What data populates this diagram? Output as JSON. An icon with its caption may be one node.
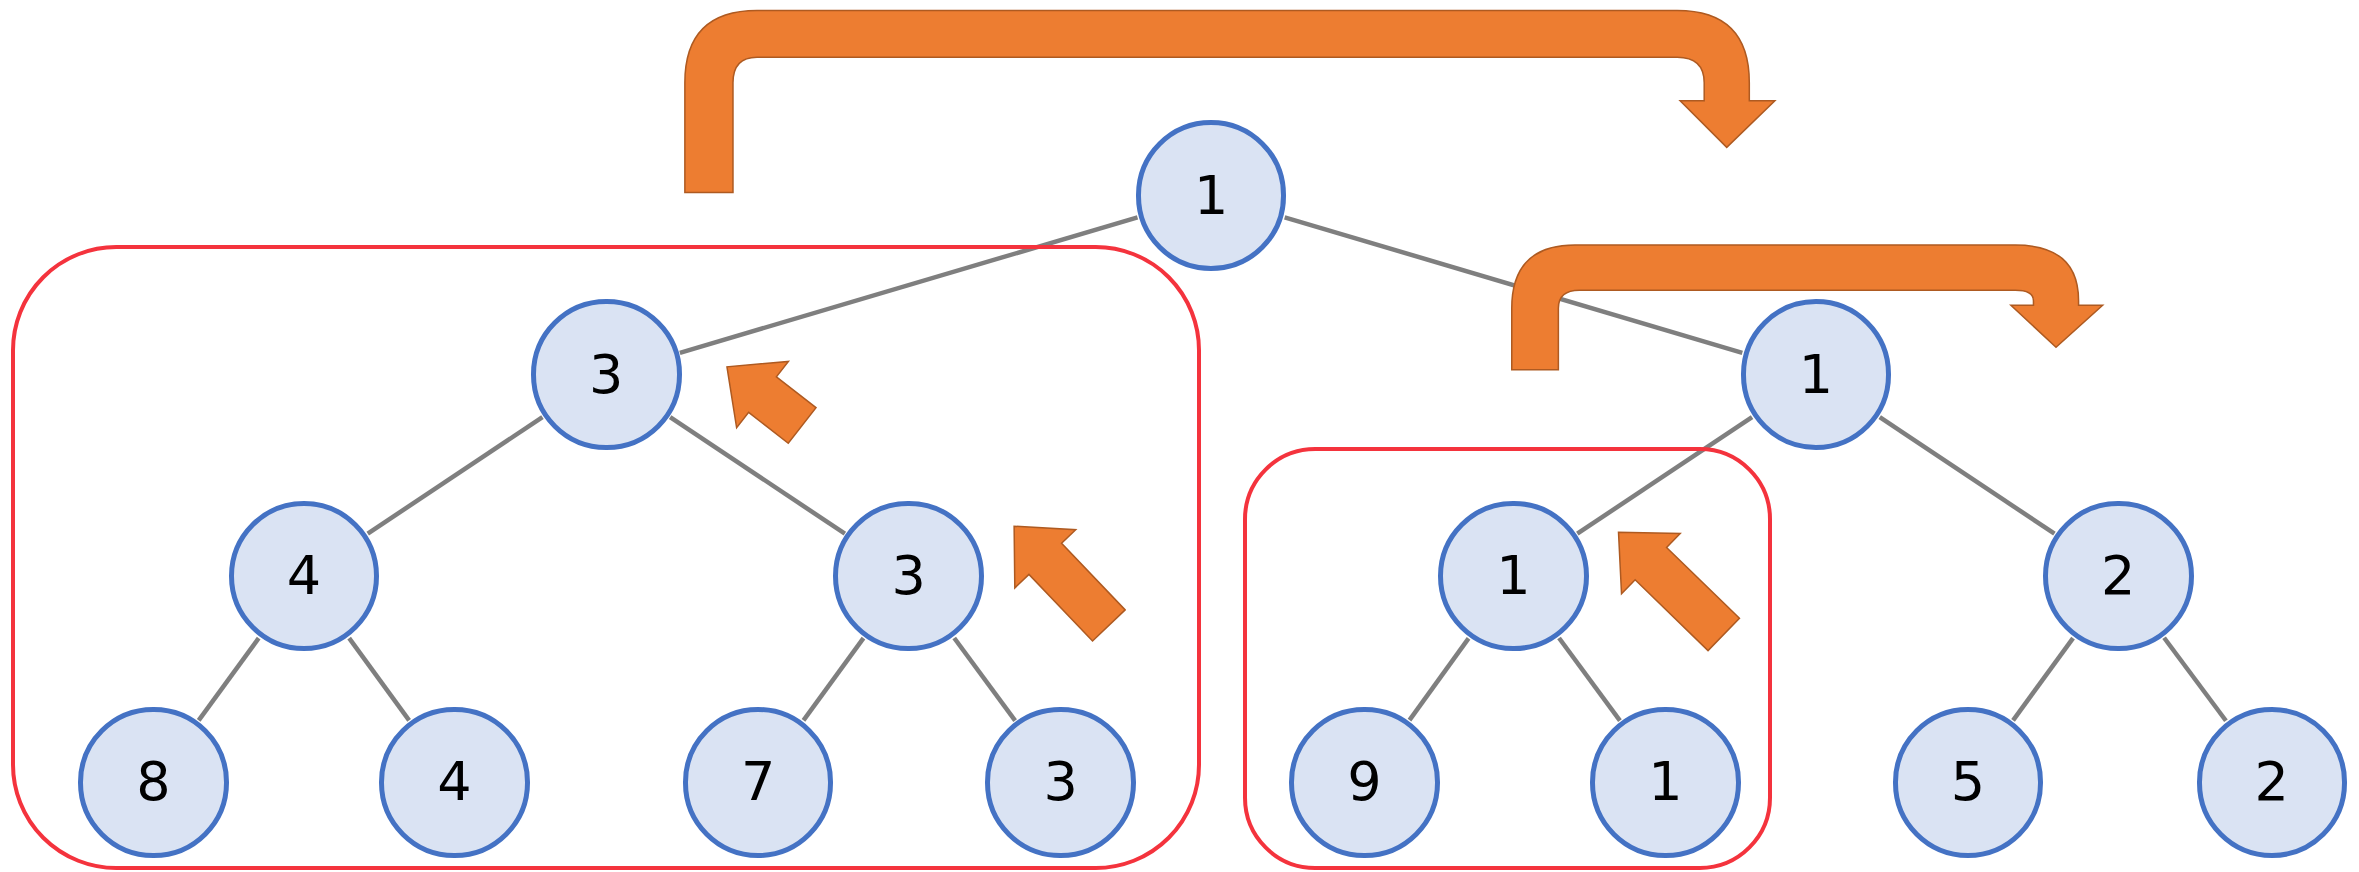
{
  "diagram": {
    "nodes": [
      {
        "text": [
          "1"
        ]
      },
      {
        "text": [],
        "shape": "box"
      },
      {
        "text": [
          "3"
        ],
        "in": 1
      },
      {
        "text": [
          "4"
        ],
        "in": 1
      },
      {
        "text": [
          "3"
        ],
        "in": 1
      },
      {
        "text": [
          "8"
        ],
        "in": 1
      },
      {
        "text": [
          "4"
        ],
        "in": 1
      },
      {
        "text": [
          "7"
        ],
        "in": 1
      },
      {
        "text": [
          "3"
        ],
        "in": 1
      },
      {
        "text": [
          "1"
        ]
      },
      {
        "text": [],
        "shape": "box"
      },
      {
        "text": [
          "1"
        ],
        "in": 10
      },
      {
        "text": [
          "9"
        ],
        "in": 10
      },
      {
        "text": [
          "1"
        ],
        "in": 10
      },
      {
        "text": [
          "2"
        ]
      },
      {
        "text": [
          "5"
        ]
      },
      {
        "text": [
          "2"
        ]
      }
    ],
    "edges": [
      {
        "from": 0,
        "to": 2,
        "arrow": "none"
      },
      {
        "from": 0,
        "to": 9,
        "arrow": "none"
      },
      {
        "from": 2,
        "to": 3,
        "arrow": "none"
      },
      {
        "from": 2,
        "to": 4,
        "arrow": "none"
      },
      {
        "from": 3,
        "to": 5,
        "arrow": "none"
      },
      {
        "from": 3,
        "to": 6,
        "arrow": "none"
      },
      {
        "from": 4,
        "to": 7,
        "arrow": "none"
      },
      {
        "from": 4,
        "to": 8,
        "arrow": "none"
      },
      {
        "from": 9,
        "to": 11,
        "arrow": "none"
      },
      {
        "from": 9,
        "to": 14,
        "arrow": "none"
      },
      {
        "from": 11,
        "to": 12,
        "arrow": "none"
      },
      {
        "from": 11,
        "to": 13,
        "arrow": "none"
      },
      {
        "from": 14,
        "to": 15,
        "arrow": "none"
      },
      {
        "from": 14,
        "to": 16,
        "arrow": "none"
      }
    ]
  }
}
